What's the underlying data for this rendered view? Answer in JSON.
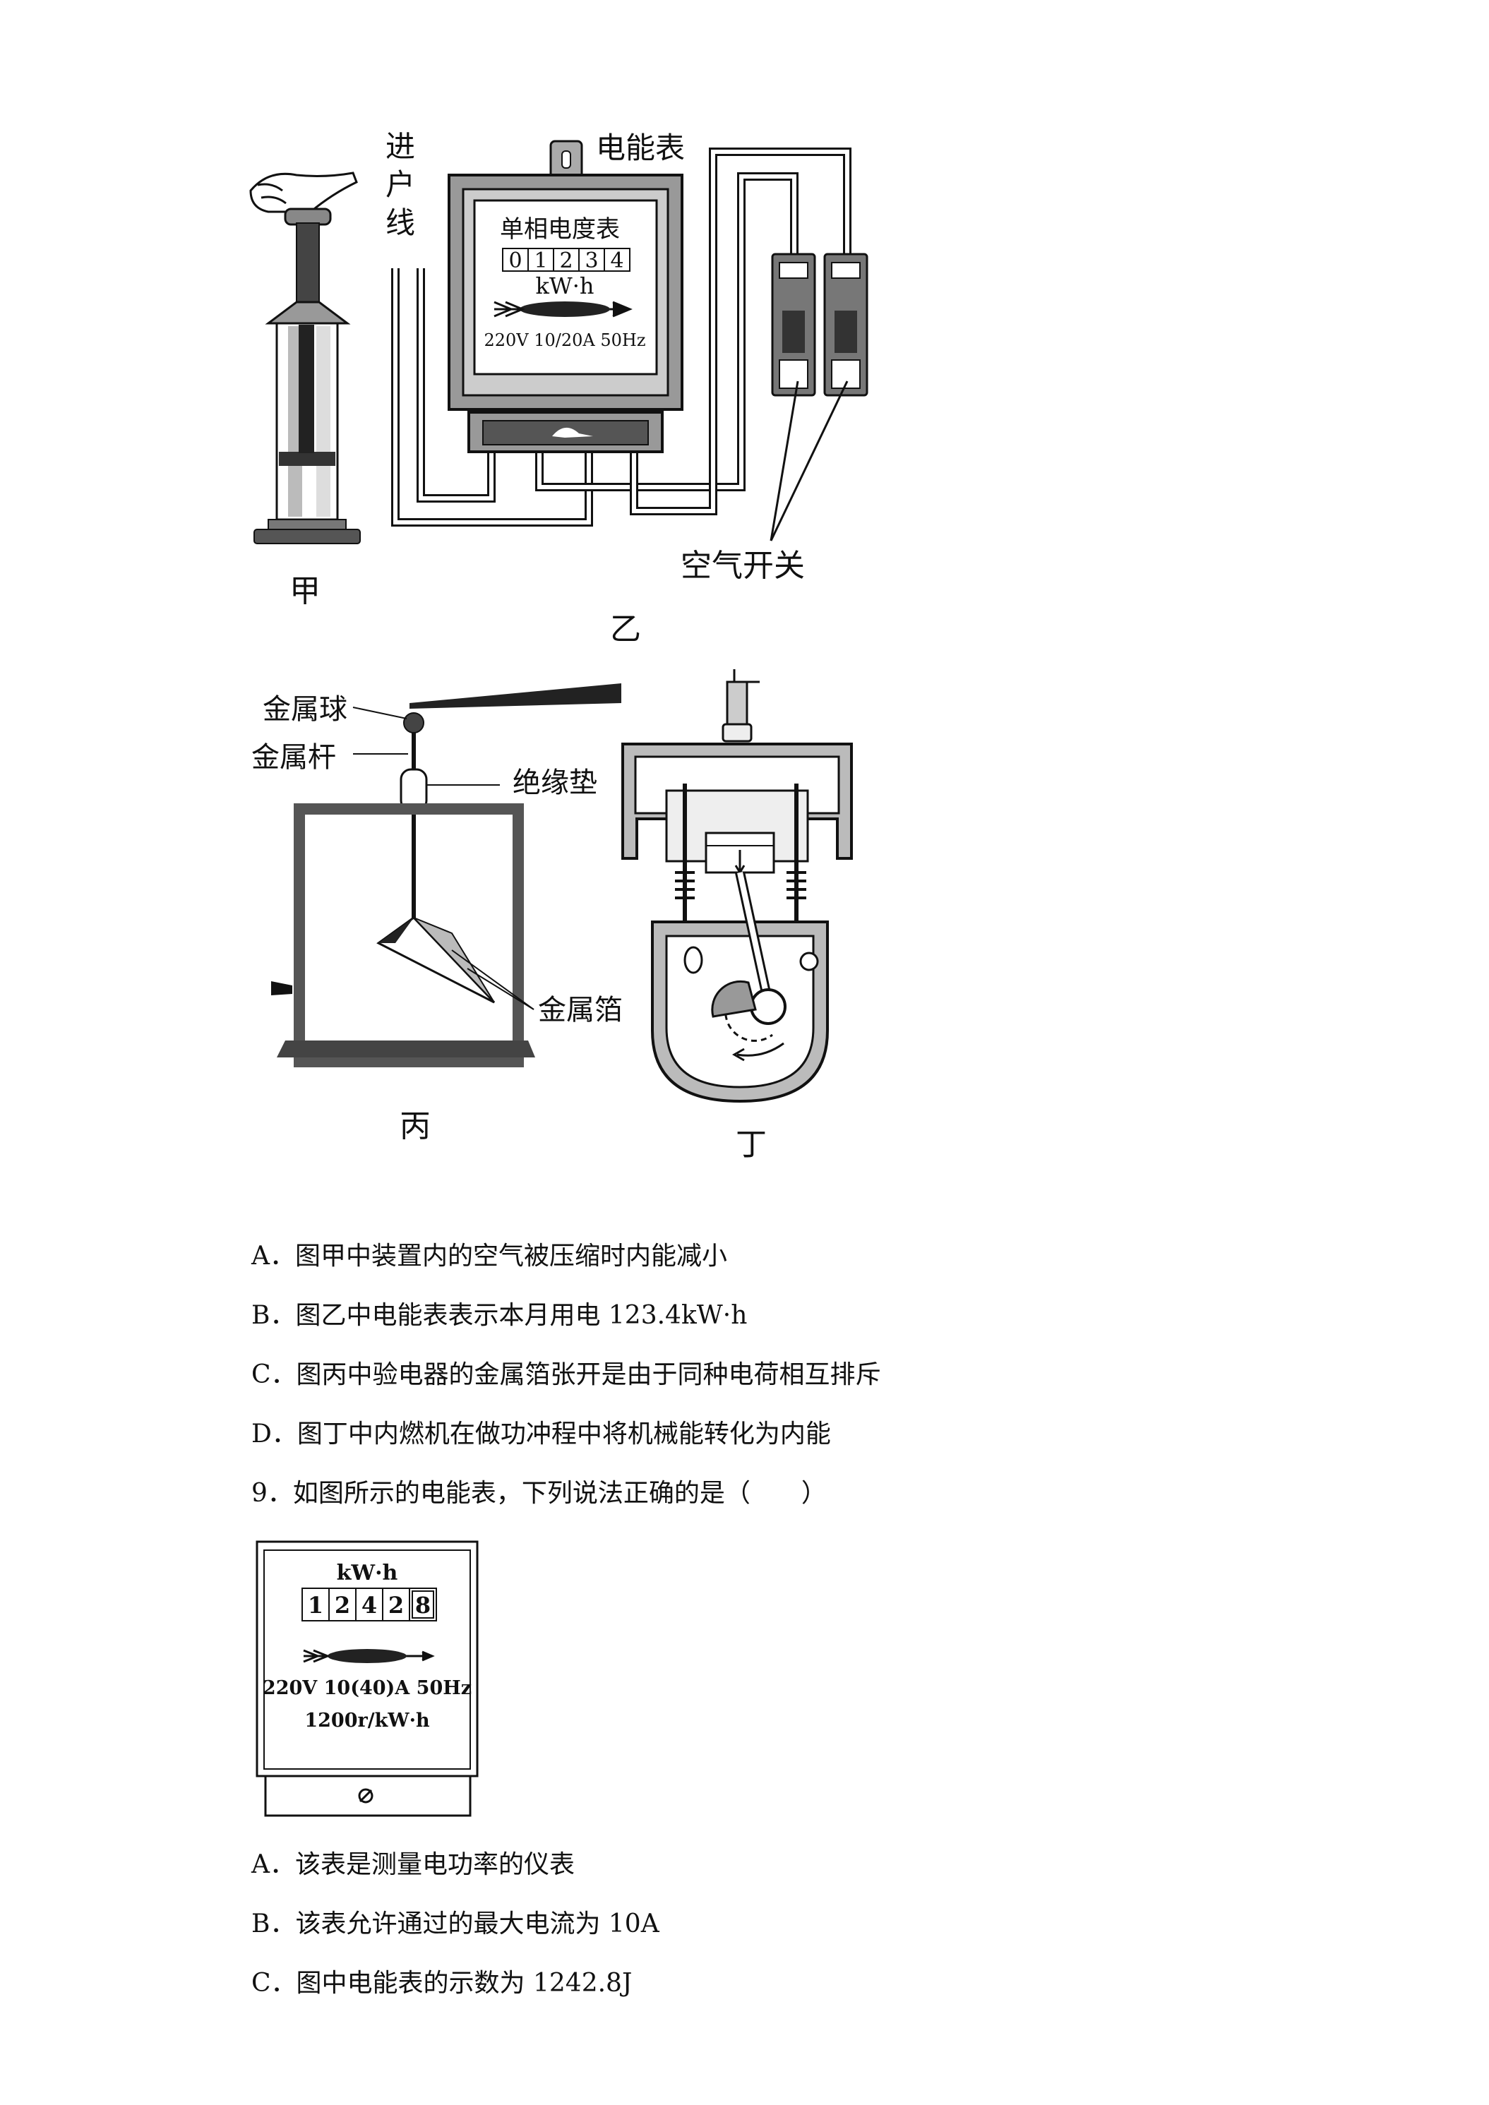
{
  "figures": {
    "jia": {
      "caption": "甲"
    },
    "yi": {
      "caption": "乙",
      "meter_label": "电能表",
      "meter_title": "单相电度表",
      "digits": [
        "0",
        "1",
        "2",
        "3",
        "4"
      ],
      "unit": "kW·h",
      "spec": "220V 10/20A 50Hz",
      "incoming_line": [
        "进",
        "户",
        "线"
      ],
      "switch_label": "空气开关"
    },
    "bing": {
      "caption": "丙",
      "ball_label": "金属球",
      "rod_label": "金属杆",
      "pad_label": "绝缘垫",
      "foil_label": "金属箔"
    },
    "ding": {
      "caption": "丁"
    }
  },
  "q8_options": [
    "A．图甲中装置内的空气被压缩时内能减小",
    "B．图乙中电能表表示本月用电 123.4kW·h",
    "C．图丙中验电器的金属箔张开是由于同种电荷相互排斥",
    "D．图丁中内燃机在做功冲程中将机械能转化为内能"
  ],
  "q9": {
    "stem": "9．如图所示的电能表，下列说法正确的是（　　）",
    "meter": {
      "unit": "kW·h",
      "digits": [
        "1",
        "2",
        "4",
        "2",
        "8"
      ],
      "spec": "220V 10(40)A 50Hz",
      "rev": "1200r/kW·h"
    },
    "options": [
      "A．该表是测量电功率的仪表",
      "B．该表允许通过的最大电流为 10A",
      "C．图中电能表的示数为 1242.8J"
    ]
  }
}
